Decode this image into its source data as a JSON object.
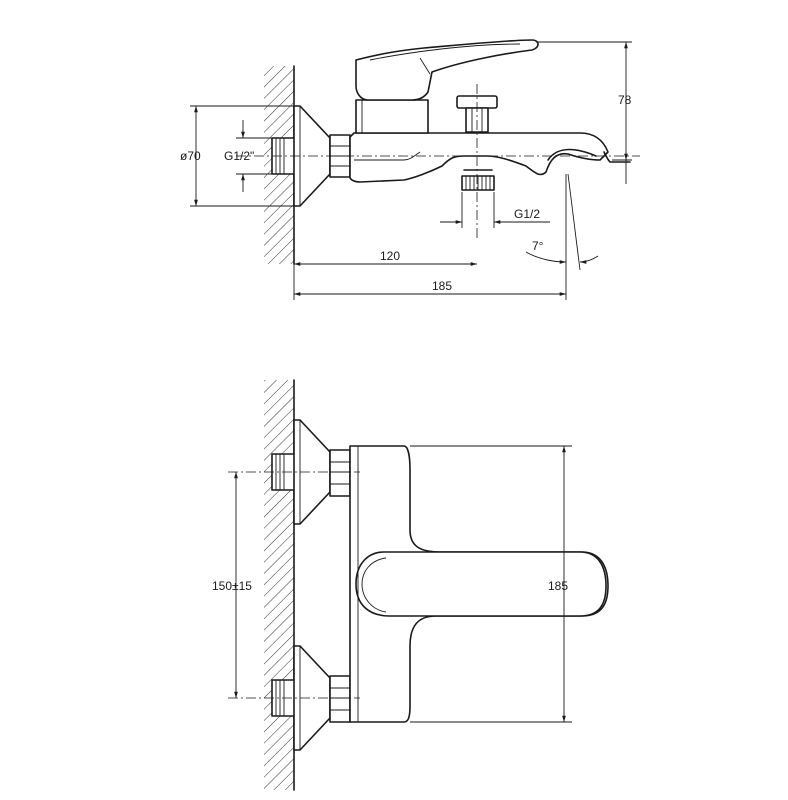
{
  "dimensions": {
    "height_top": "78",
    "diameter_flange": "ø70",
    "thread_inlet": "G1/2\"",
    "thread_outlet": "G1/2",
    "angle": "7°",
    "length_outlet": "120",
    "length_total_side": "185",
    "distance_inlets": "150±15",
    "length_total_top": "185"
  },
  "colors": {
    "line": "#1a1a1a",
    "background": "#ffffff"
  }
}
